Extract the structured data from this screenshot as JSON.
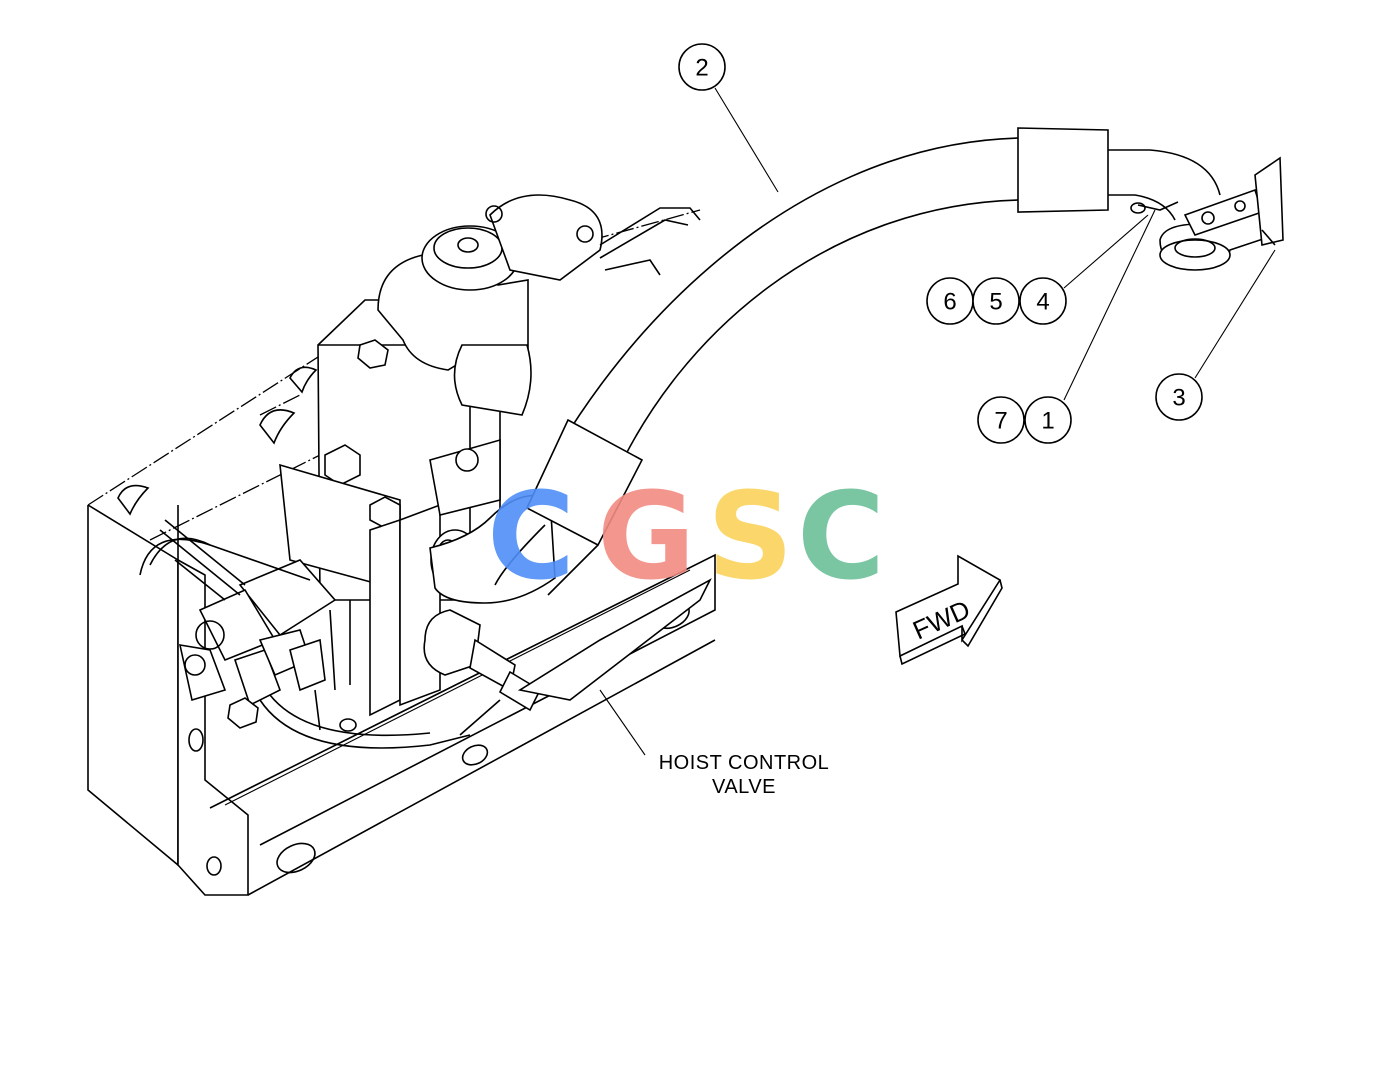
{
  "diagram": {
    "callouts": [
      "1",
      "2",
      "3",
      "4",
      "5",
      "6",
      "7"
    ],
    "component_label_line1": "HOIST CONTROL",
    "component_label_line2": "VALVE",
    "direction_arrow_text": "FWD"
  },
  "watermark": {
    "letters": [
      "C",
      "G",
      "S",
      "C"
    ],
    "colors": [
      "#4f8ef7",
      "#f28b82",
      "#fbd35c",
      "#6cc09a"
    ]
  }
}
